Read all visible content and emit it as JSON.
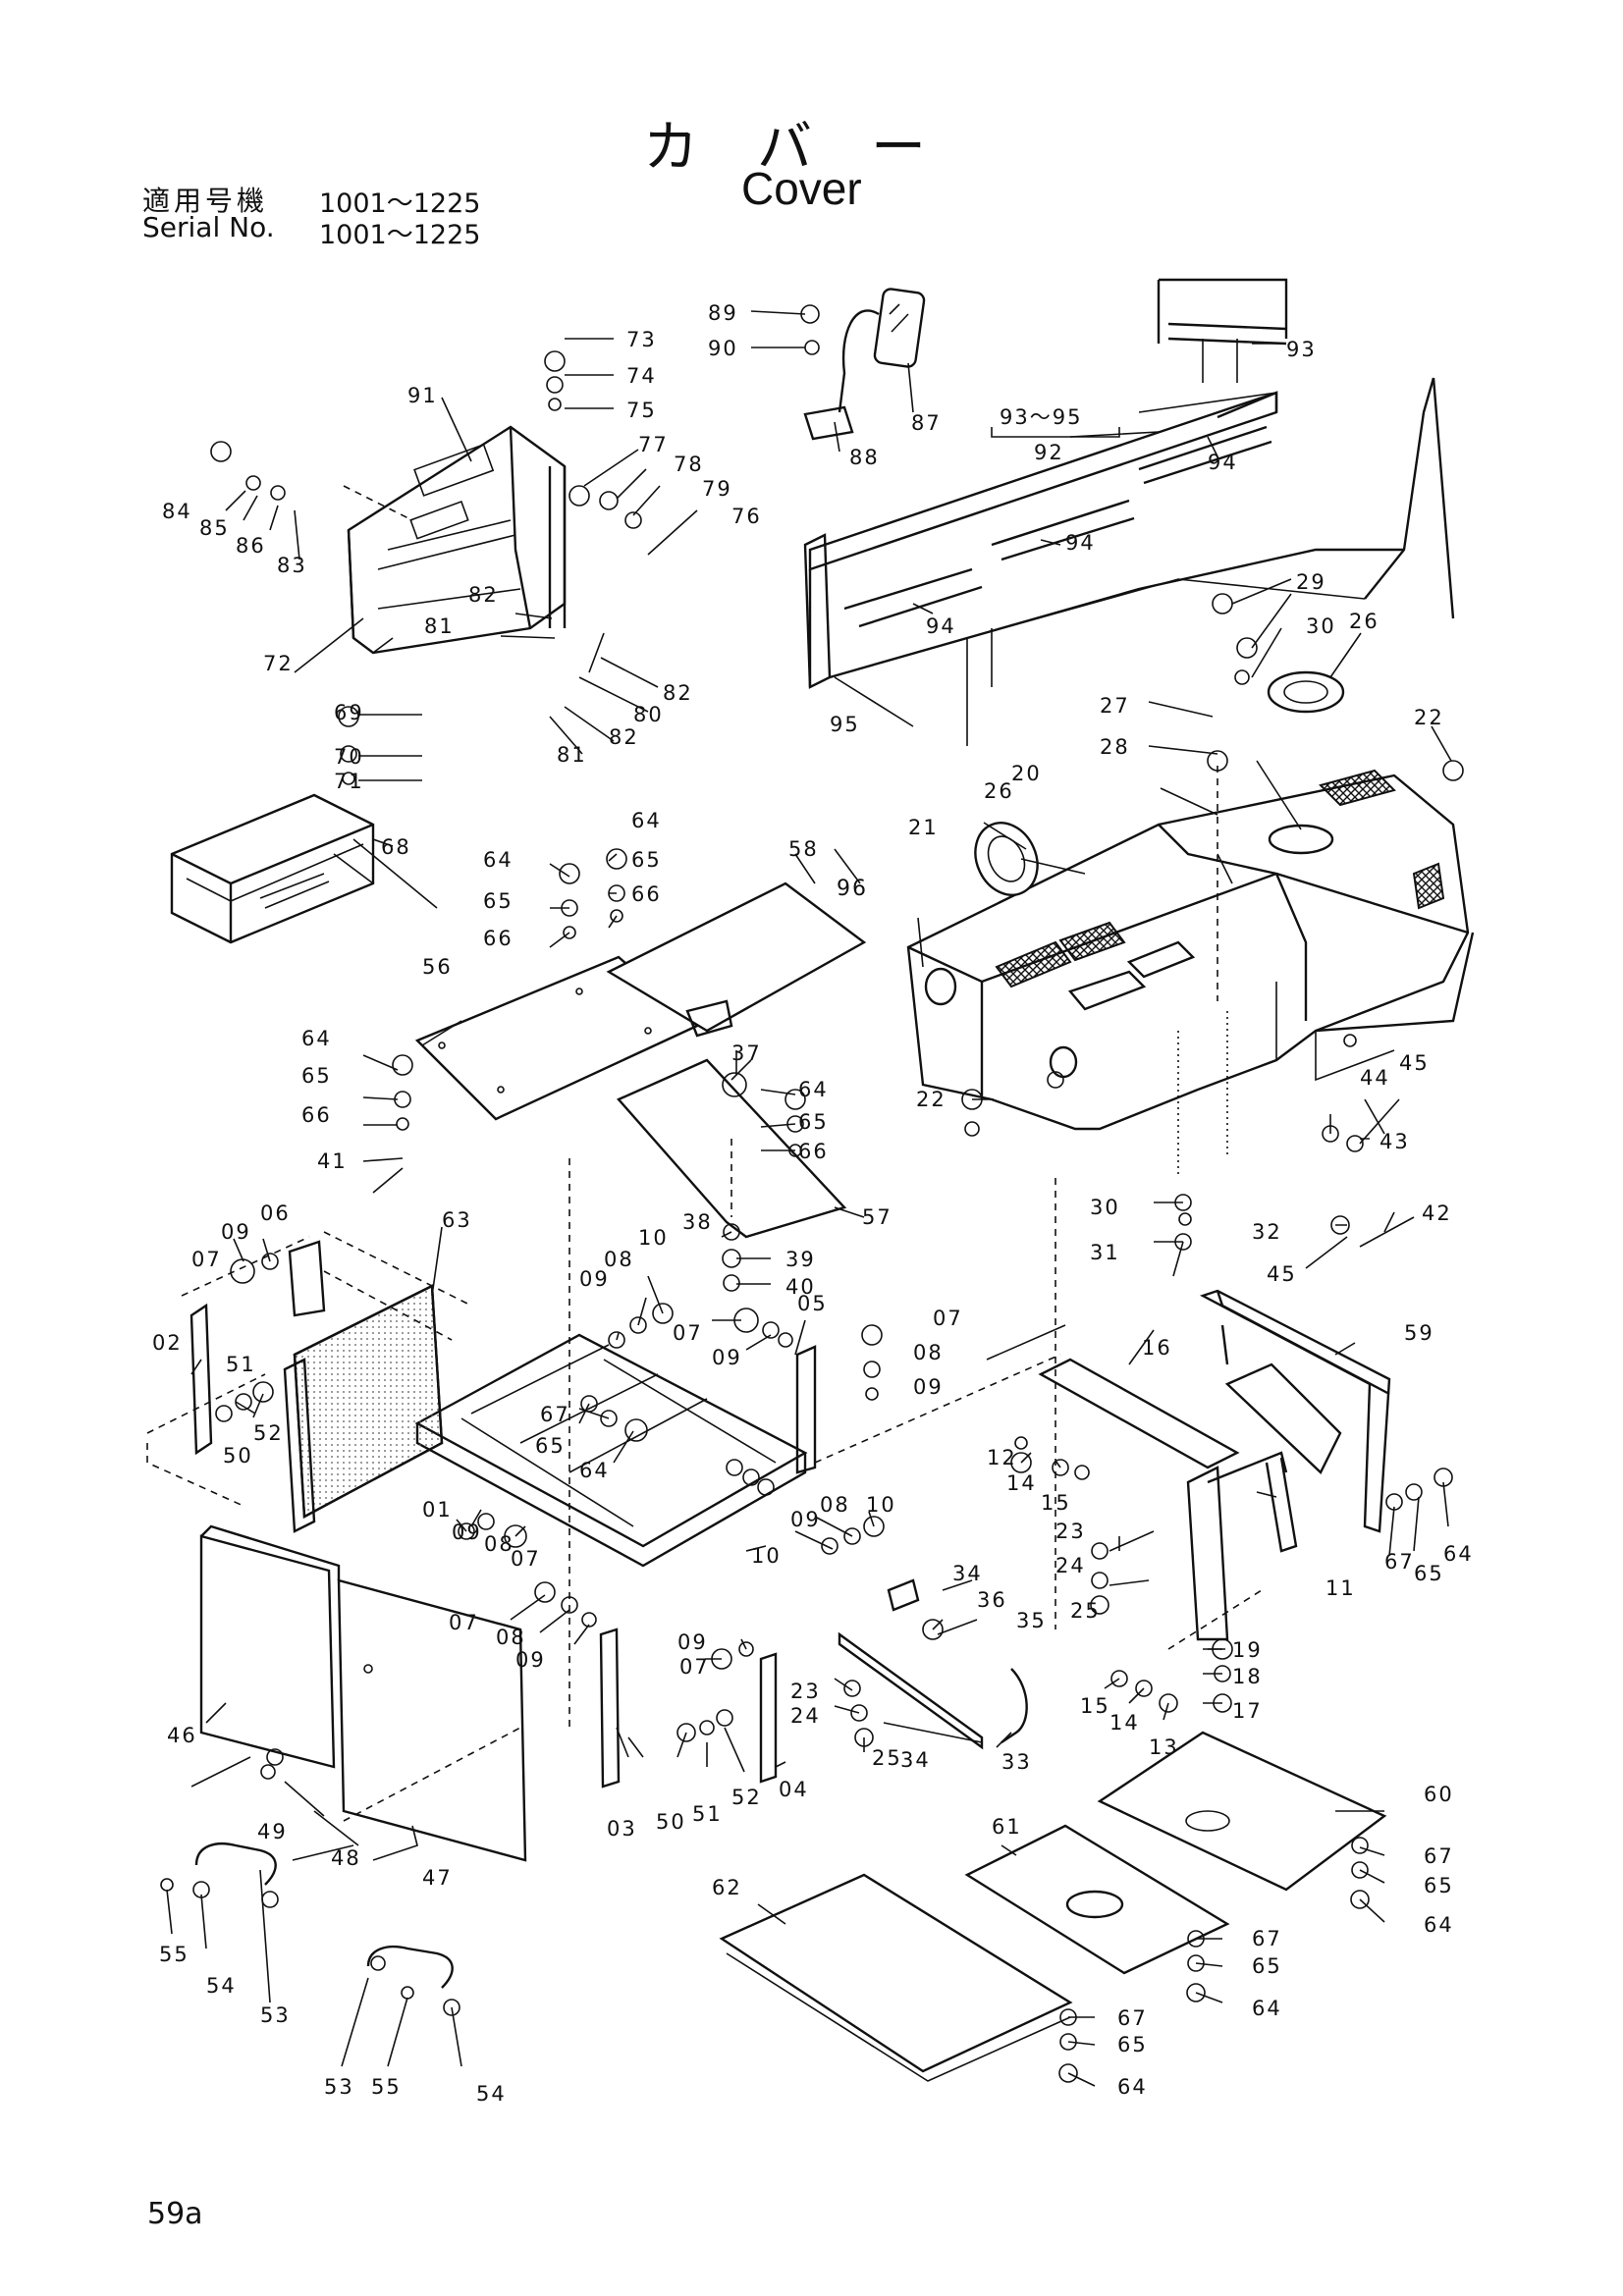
{
  "header": {
    "title_jp": "カバー",
    "title_en": "Cover",
    "serial_label_jp": "適用号機",
    "serial_range_jp": "1001～1225",
    "serial_label_en": "Serial No.",
    "serial_range_en": "1001～1225"
  },
  "footer": {
    "page_number": "59a"
  },
  "callouts": {
    "group_92_range": "93～95",
    "labels": [
      "73",
      "74",
      "75",
      "91",
      "77",
      "78",
      "79",
      "76",
      "84",
      "85",
      "86",
      "83",
      "82",
      "81",
      "82",
      "80",
      "82",
      "81",
      "72",
      "89",
      "90",
      "87",
      "88",
      "92",
      "93",
      "94",
      "94",
      "94",
      "95",
      "29",
      "30",
      "26",
      "27",
      "28",
      "22",
      "20",
      "26",
      "21",
      "96",
      "69",
      "70",
      "71",
      "68",
      "64",
      "65",
      "66",
      "64",
      "65",
      "66",
      "58",
      "56",
      "64",
      "65",
      "66",
      "41",
      "37",
      "64",
      "65",
      "66",
      "22",
      "57",
      "44",
      "45",
      "42",
      "30",
      "31",
      "32",
      "43",
      "45",
      "09",
      "06",
      "07",
      "63",
      "38",
      "39",
      "40",
      "10",
      "08",
      "09",
      "07",
      "09",
      "05",
      "07",
      "08",
      "09",
      "02",
      "51",
      "52",
      "50",
      "67",
      "65",
      "64",
      "16",
      "59",
      "12",
      "14",
      "15",
      "01",
      "09",
      "08",
      "07",
      "09",
      "08",
      "10",
      "23",
      "24",
      "25",
      "10",
      "34",
      "36",
      "35",
      "64",
      "65",
      "67",
      "11",
      "07",
      "08",
      "09",
      "09",
      "07",
      "23",
      "24",
      "25",
      "19",
      "18",
      "17",
      "15",
      "14",
      "13",
      "46",
      "49",
      "48",
      "47",
      "50",
      "51",
      "52",
      "03",
      "04",
      "34",
      "33",
      "60",
      "61",
      "67",
      "65",
      "64",
      "62",
      "67",
      "65",
      "64",
      "67",
      "65",
      "64",
      "55",
      "54",
      "53",
      "53",
      "55",
      "54"
    ]
  }
}
